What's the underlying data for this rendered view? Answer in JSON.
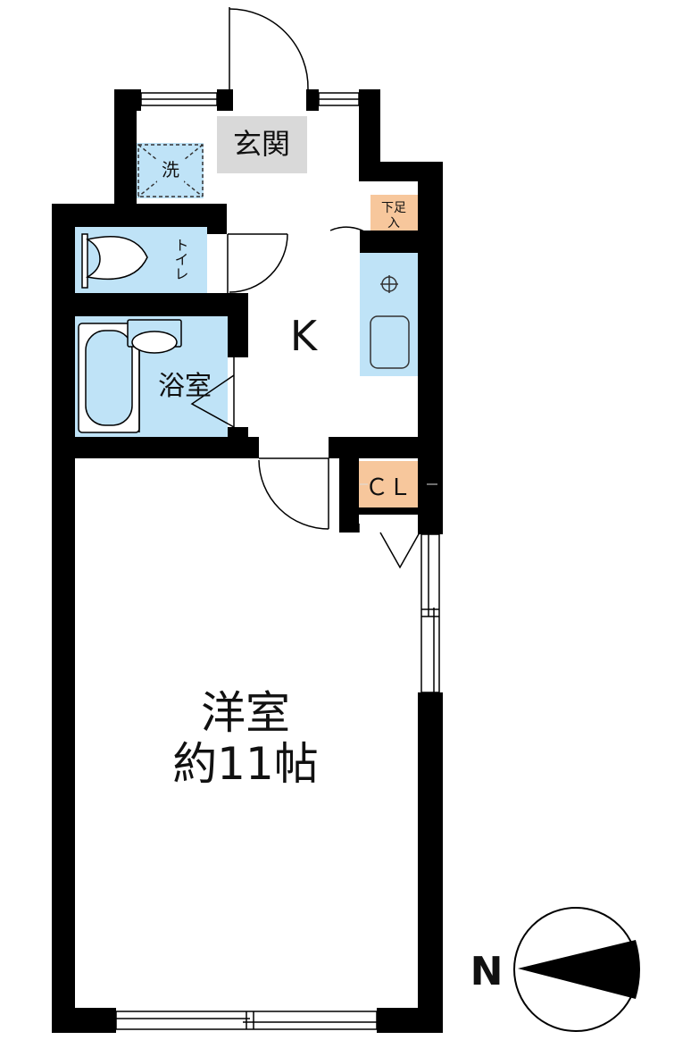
{
  "rooms": {
    "entrance": "玄関",
    "washer": "洗",
    "shoe_box_line1": "下足",
    "shoe_box_line2": "入",
    "toilet": "トイレ",
    "bathroom": "浴室",
    "kitchen": "K",
    "closet": "ＣＬ",
    "western_room_name": "洋室",
    "western_room_size": "約11帖"
  },
  "compass": {
    "label": "N"
  },
  "colors": {
    "wall": "#000000",
    "wet_area": "#bfe3f7",
    "storage": "#f7c79c",
    "entrance_floor": "#d9d9d9"
  }
}
